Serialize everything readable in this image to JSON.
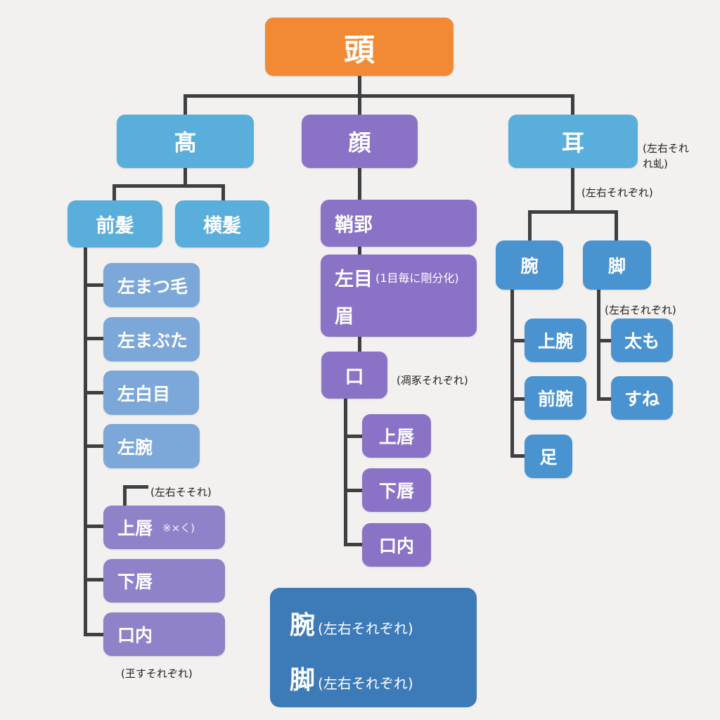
{
  "colors": {
    "root": "#f28a35",
    "hair_branch": "#5aaedc",
    "face_branch": "#8a73c6",
    "ear_branch": "#5aaedc",
    "eye_items": "#7ca7d9",
    "mouth_items": "#8f82c8",
    "limb_items": "#4a93d1",
    "legend_box": "#3d7ab8",
    "connector": "#3e3f41",
    "background": "#f2f1f0"
  },
  "root": {
    "label": "頭"
  },
  "branches": {
    "hair": {
      "label": "髙",
      "children": [
        "前髪",
        "横髪"
      ],
      "sub_items": [
        {
          "label": "左まつ毛"
        },
        {
          "label": "左まぶた"
        },
        {
          "label": "左白目"
        },
        {
          "label": "左腕"
        },
        {
          "label": "上唇",
          "suffix": "※×く)",
          "note": "(左右そそれ)"
        },
        {
          "label": "下唇"
        },
        {
          "label": "口内"
        }
      ],
      "footer_note": "(玊すそれぞれ)"
    },
    "face": {
      "label": "顔",
      "children": [
        {
          "label": "鞘郢"
        },
        {
          "label": "左目",
          "suffix": "(1目毎に剛分化)",
          "second_label": "眉"
        },
        {
          "label": "口",
          "note": "(凋豖それぞれ)"
        }
      ],
      "mouth_items": [
        "上唇",
        "下唇",
        "口内"
      ]
    },
    "ear": {
      "label": "耳",
      "side_note": "(左右それ\nれ虬)",
      "below_note": "(左右それぞれ)",
      "children": [
        {
          "label": "腕",
          "items": [
            "上腕",
            "前腕",
            "足"
          ]
        },
        {
          "label": "脚",
          "note": "(左右それぞれ)",
          "items": [
            "太も",
            "すね"
          ]
        }
      ]
    }
  },
  "legend": {
    "rows": [
      {
        "label": "腕",
        "note": "(左右それぞれ)"
      },
      {
        "label": "脚",
        "note": "(左右それぞれ)"
      }
    ]
  }
}
